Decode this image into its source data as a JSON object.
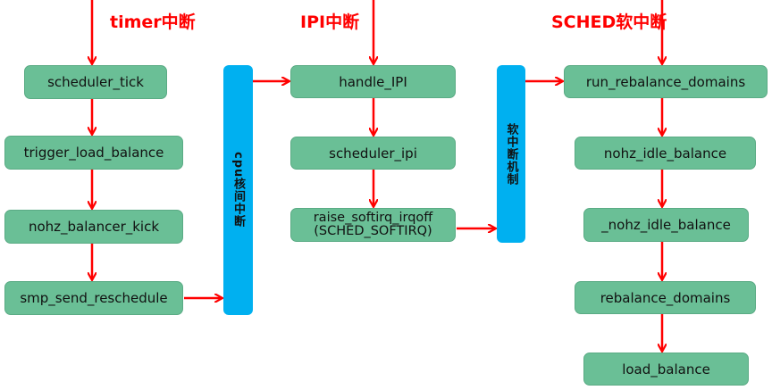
{
  "labels": {
    "timer": "timer中断",
    "ipi": "IPI中断",
    "sched": "SCHED软中断"
  },
  "bars": {
    "ipi_bar": "cpu核间中断",
    "softirq_bar": "软中断机制"
  },
  "columns": {
    "left": [
      {
        "label": "scheduler_tick"
      },
      {
        "label": "trigger_load_balance"
      },
      {
        "label": "nohz_balancer_kick"
      },
      {
        "label": "smp_send_reschedule"
      }
    ],
    "middle": [
      {
        "label": "handle_IPI"
      },
      {
        "label": "scheduler_ipi"
      },
      {
        "label": "raise_softirq_irqoff\n(SCHED_SOFTIRQ)",
        "line1": "raise_softirq_irqoff",
        "line2": "(SCHED_SOFTIRQ)"
      }
    ],
    "right": [
      {
        "label": "run_rebalance_domains"
      },
      {
        "label": "nohz_idle_balance"
      },
      {
        "label": "_nohz_idle_balance"
      },
      {
        "label": "rebalance_domains"
      },
      {
        "label": "load_balance"
      }
    ]
  },
  "colors": {
    "box_fill": "#6abf96",
    "bar_fill": "#00b0f0",
    "arrow": "#ff0000"
  }
}
